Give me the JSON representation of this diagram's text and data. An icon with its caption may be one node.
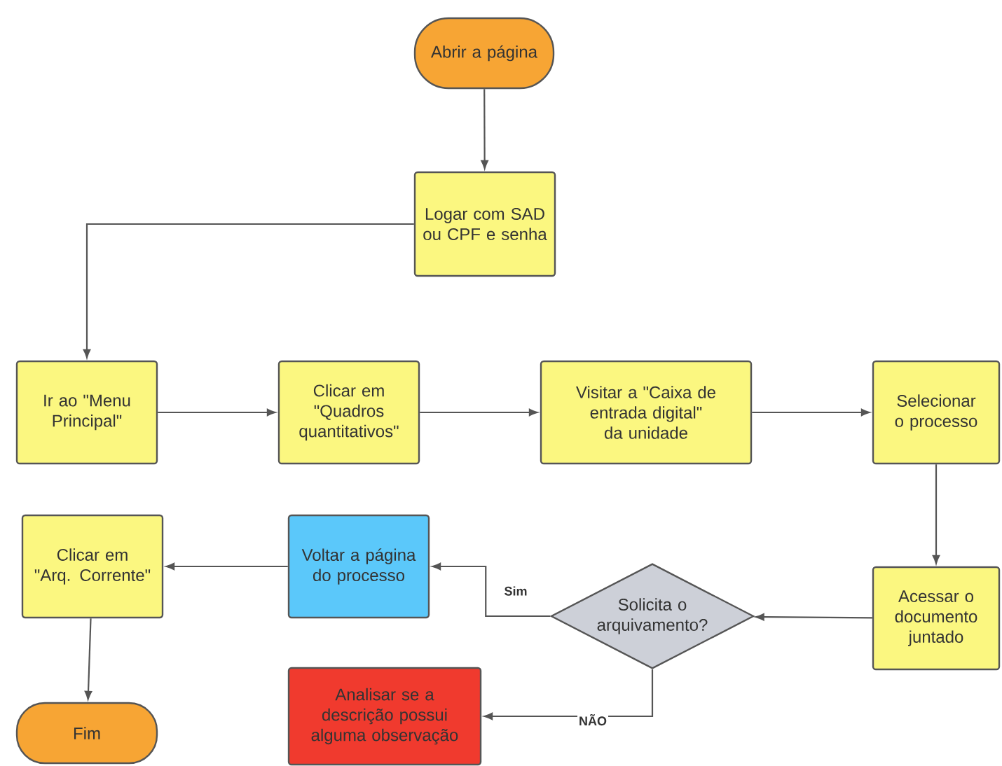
{
  "diagram": {
    "nodes": [
      {
        "text": [
          "Abrir a página"
        ]
      },
      {
        "text": [
          "Logar com SAD ou CPF e senha"
        ]
      },
      {
        "text": [
          "Ir ao \"Menu Principal\""
        ]
      },
      {
        "text": [
          "Clicar em \"Quadros quantitativos\""
        ]
      },
      {
        "text": [
          "Visitar a \"Caixa de entrada digital\" da unidade"
        ]
      },
      {
        "text": [
          "Selecionar o processo"
        ]
      },
      {
        "text": [
          "Acessar o documento juntado"
        ]
      },
      {
        "text": [
          "Solicita o arquivamento?"
        ]
      },
      {
        "text": [
          "Voltar a página do processo"
        ]
      },
      {
        "text": [
          "Clicar em \"Arq. Corrente\""
        ]
      },
      {
        "text": [
          "Analisar se a descrição possui alguma observação"
        ]
      },
      {
        "text": [
          "Fim"
        ]
      }
    ],
    "edges": [
      {
        "from": 0,
        "to": 1,
        "arrow": "to"
      },
      {
        "from": 1,
        "to": 2,
        "arrow": "to"
      },
      {
        "from": 2,
        "to": 3,
        "arrow": "to"
      },
      {
        "from": 3,
        "to": 4,
        "arrow": "to"
      },
      {
        "from": 4,
        "to": 5,
        "arrow": "to"
      },
      {
        "from": 5,
        "to": 6,
        "arrow": "to"
      },
      {
        "from": 6,
        "to": 7,
        "arrow": "to"
      },
      {
        "from": 7,
        "to": 8,
        "arrow": "to",
        "label": "Sim"
      },
      {
        "from": 8,
        "to": 9,
        "arrow": "to"
      },
      {
        "from": 9,
        "to": 11,
        "arrow": "to"
      },
      {
        "from": 7,
        "to": 10,
        "arrow": "to",
        "label": "NÃO"
      }
    ]
  }
}
